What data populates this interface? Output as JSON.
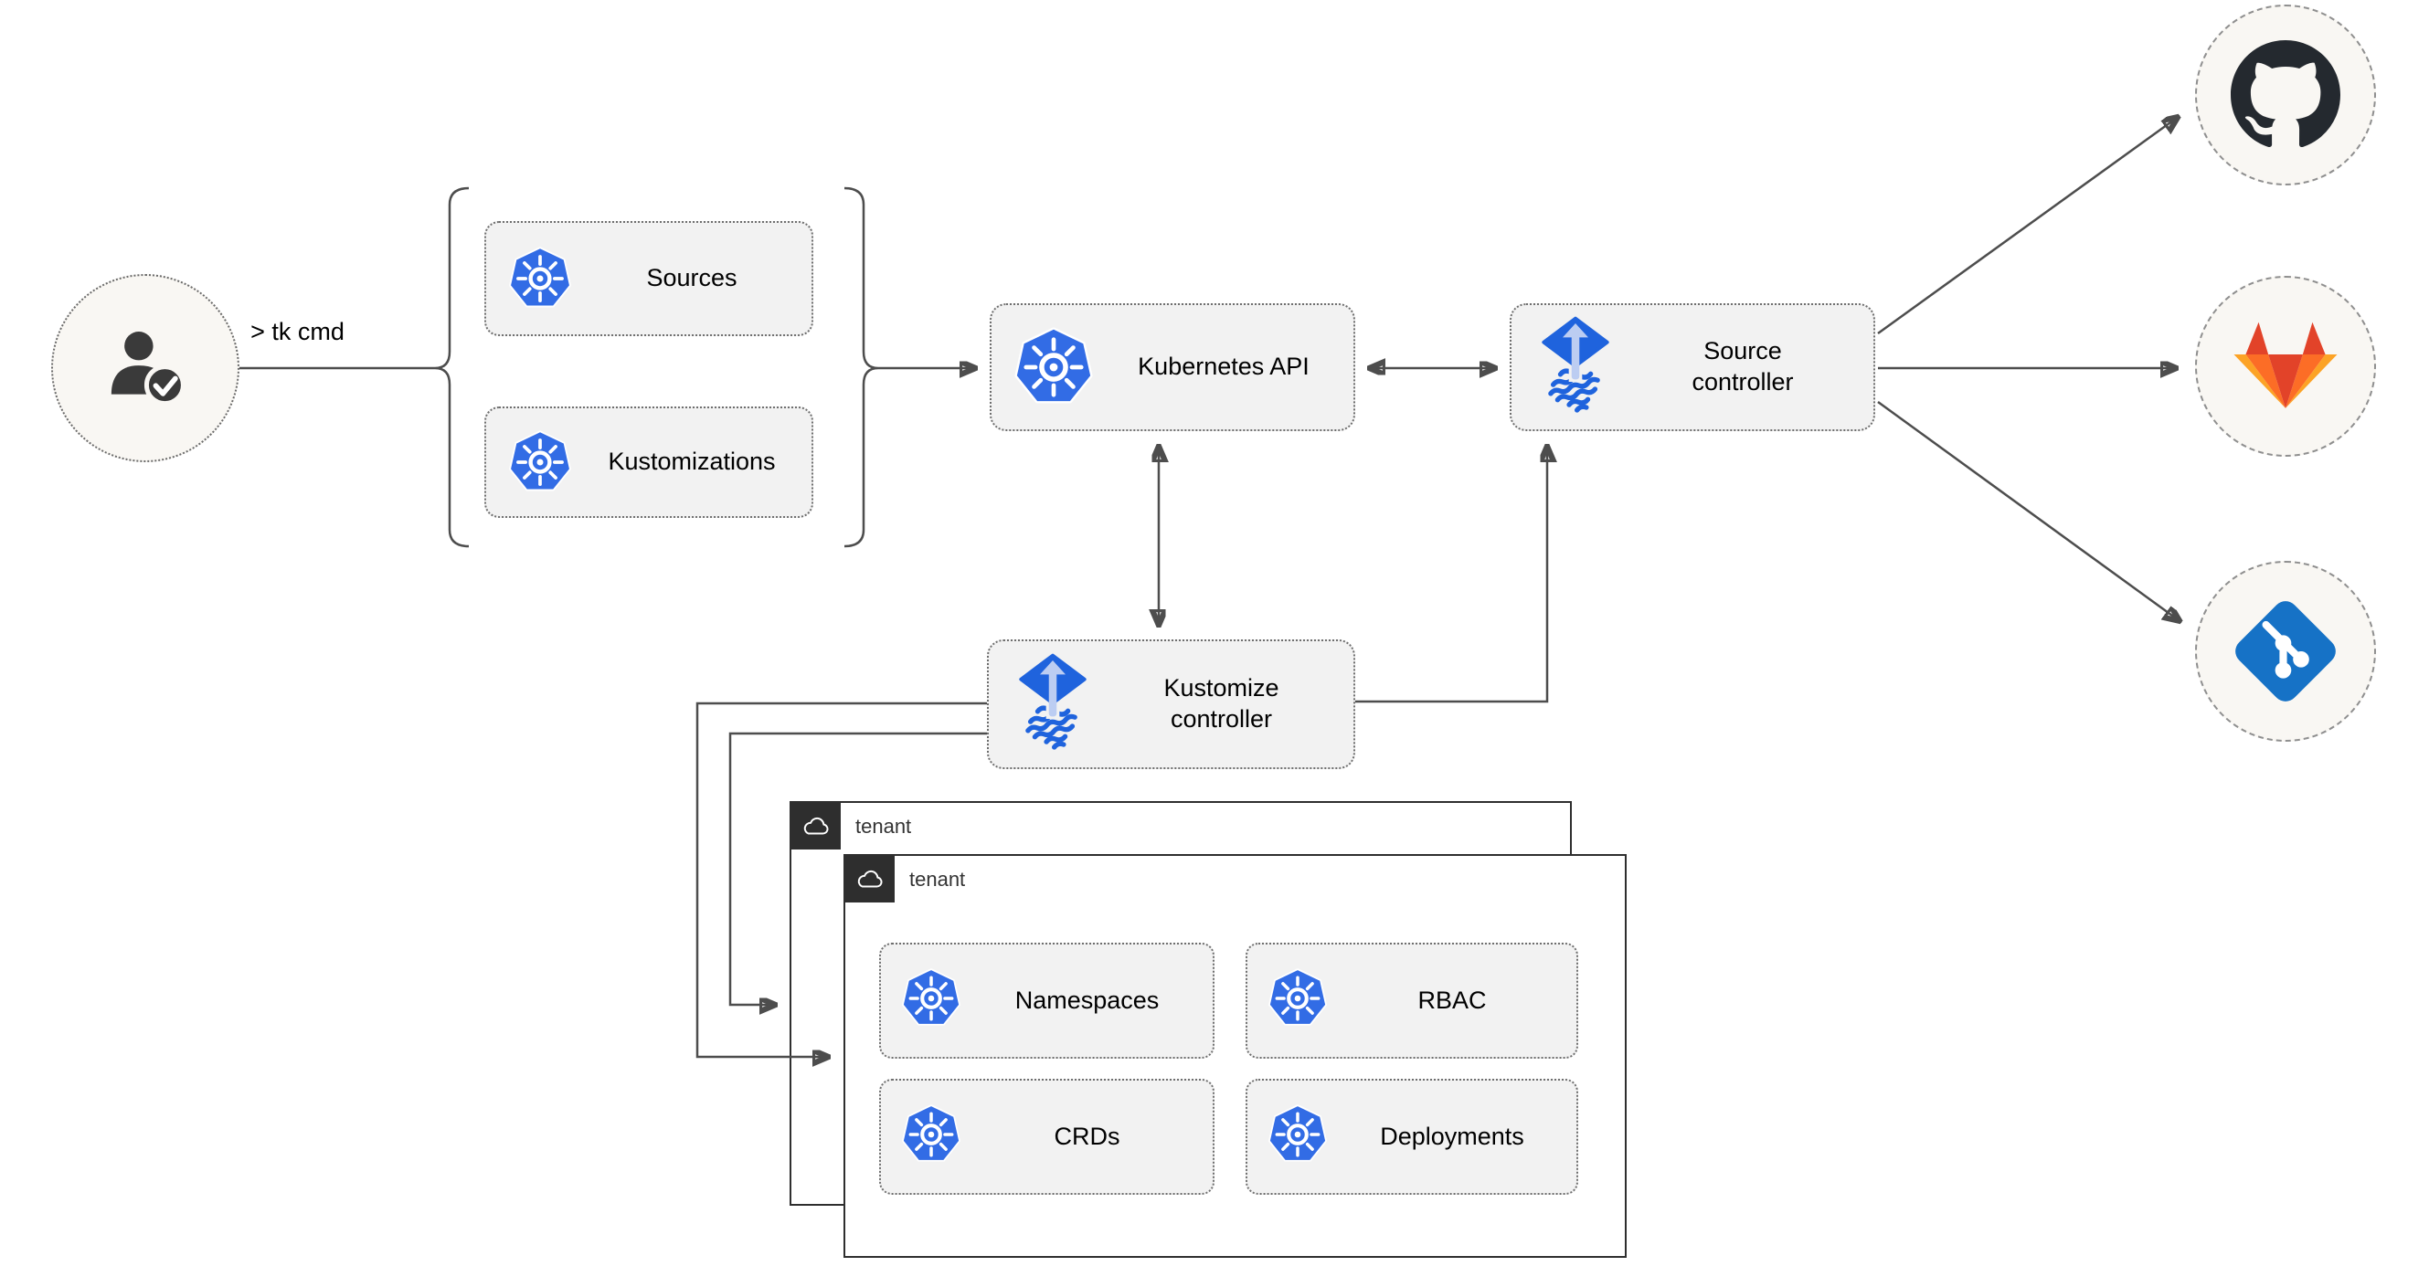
{
  "colors": {
    "k8s-blue": "#326ce5",
    "flux-blue": "#1f63dd",
    "flux-arrow": "#bccdf2",
    "line": "#4d4d4d",
    "node-fill": "#f2f2f2",
    "node-border": "#6e6e6e",
    "circle-fill": "#f9f7f3",
    "circle-border": "#8f8f8f",
    "tenant-border": "#2e2e2e",
    "tenant-tab": "#2e2e2e",
    "github-dark": "#24292f",
    "gitlab-red": "#e24329",
    "gitlab-orange": "#fc6d26",
    "gitlab-light-orange": "#fca326",
    "git-blue": "#1672c6",
    "icon-dark": "#3a3a3a"
  },
  "user": {
    "cli_label": "> tk cmd"
  },
  "definitions": {
    "sources_label": "Sources",
    "kustomizations_label": "Kustomizations"
  },
  "cluster": {
    "kubernetes_api_label": "Kubernetes API"
  },
  "controllers": {
    "source_label": "Source controller",
    "kustomize_label": "Kustomize controller"
  },
  "tenants": {
    "back": {
      "label": "tenant"
    },
    "front": {
      "label": "tenant",
      "resources": {
        "namespaces": "Namespaces",
        "rbac": "RBAC",
        "crds": "CRDs",
        "deployments": "Deployments"
      }
    }
  },
  "icons": {
    "user": "user-check-icon",
    "resource": "kubernetes-icon",
    "controller": "flux-icon",
    "tenant": "cloud-icon",
    "github": "github-icon",
    "gitlab": "gitlab-icon",
    "git": "git-icon"
  }
}
